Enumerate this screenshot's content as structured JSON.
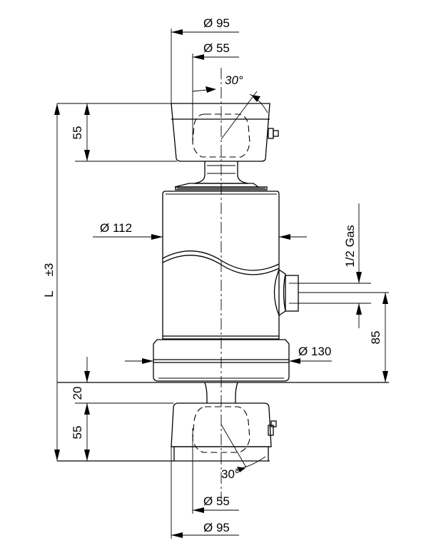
{
  "drawing": {
    "top_ball_outer_diameter": "Ø 95",
    "top_ball_inner_diameter": "Ø 55",
    "top_swivel_angle": "30°",
    "top_clevis_height": "55",
    "overall_length": "L",
    "length_tolerance": "±3",
    "body_diameter": "Ø 112",
    "port_thread": "1/2 Gas",
    "port_height": "85",
    "collar_diameter": "Ø 130",
    "neck_height": "20",
    "bottom_clevis_height": "55",
    "bottom_swivel_angle": "30°",
    "bottom_ball_inner_diameter": "Ø 55",
    "bottom_ball_outer_diameter": "Ø 95"
  }
}
